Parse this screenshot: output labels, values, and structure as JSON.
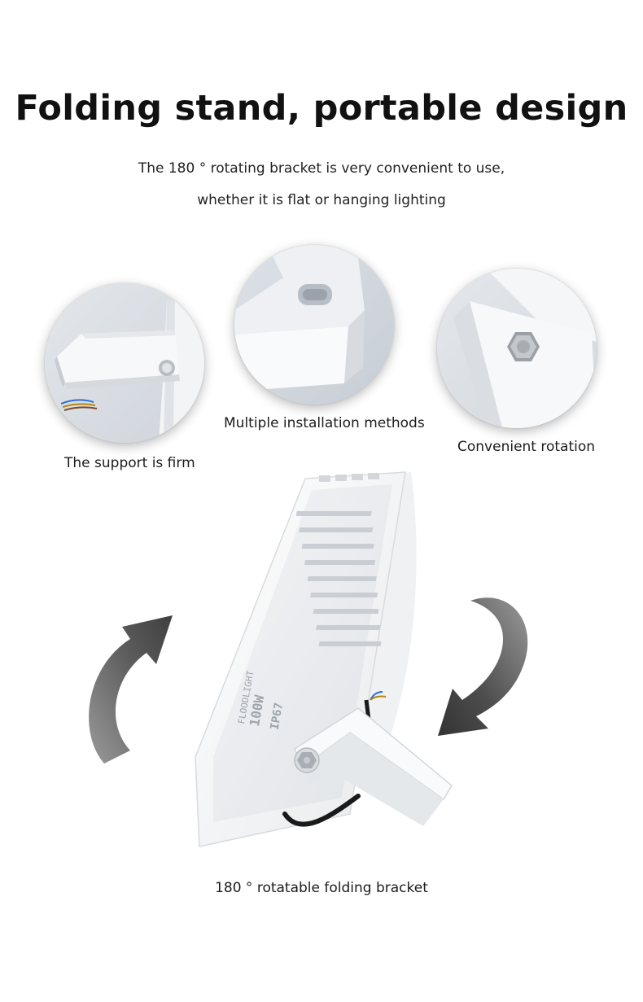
{
  "header": {
    "title": "Folding stand, portable design",
    "intro_line1": "The 180 ° rotating bracket is very convenient to use,",
    "intro_line2": "whether it is flat or hanging lighting"
  },
  "features": [
    {
      "label": "The support is firm",
      "icon": "bracket-closeup-image"
    },
    {
      "label": "Multiple installation methods",
      "icon": "slotted-bracket-image"
    },
    {
      "label": "Convenient rotation",
      "icon": "hex-bolt-image"
    }
  ],
  "product": {
    "caption": "180 ° rotatable folding bracket",
    "panel_text_1": "FLOODLIGHT",
    "panel_text_2": "100W",
    "panel_text_3": "IP67",
    "icon": "floodlight-image"
  },
  "colors": {
    "arrow": "#5c5c5c",
    "housing": "#f7f7f7",
    "text": "#1a1a1a"
  }
}
